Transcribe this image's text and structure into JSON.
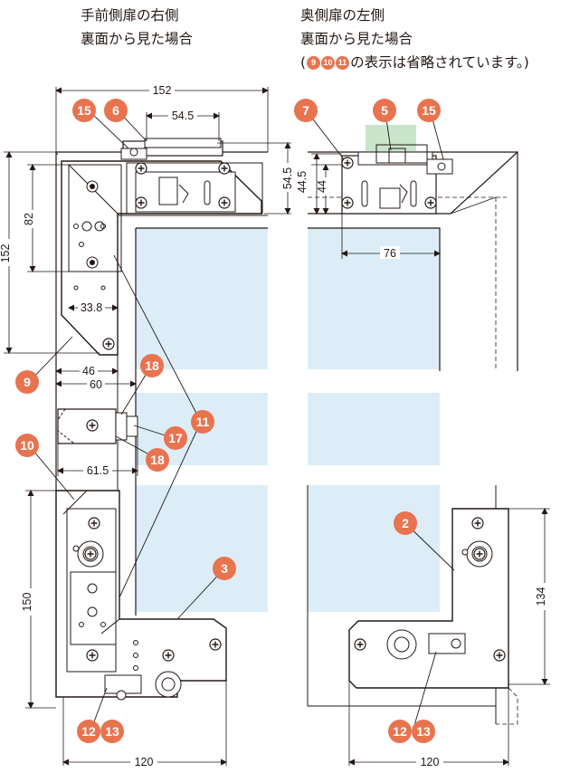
{
  "titles": {
    "left_line1": "手前側扉の右側",
    "left_line2": "裏面から見た場合",
    "right_line1": "奥側扉の左側",
    "right_line2": "裏面から見た場合",
    "right_note_open": "(",
    "right_note_n1": "9",
    "right_note_n2": "10",
    "right_note_n3": "11",
    "right_note_text": "の表示は省略されています。)"
  },
  "dimensions": {
    "top_width": "152",
    "rail_54_5": "54.5",
    "side_54_5": "54.5",
    "height_152": "152",
    "height_82": "82",
    "w_33_8": "33.8",
    "w_46": "46",
    "w_60": "60",
    "w_61_5": "61.5",
    "h_150": "150",
    "w_120_left": "120",
    "r_44_5": "44.5",
    "r_44": "44",
    "r_76": "76",
    "r_134": "134",
    "w_120_right": "120"
  },
  "callouts": {
    "c15a": "15",
    "c6": "6",
    "c7": "7",
    "c5": "5",
    "c15b": "15",
    "c9": "9",
    "c18a": "18",
    "c11": "11",
    "c17": "17",
    "c18b": "18",
    "c10": "10",
    "c3": "3",
    "c2": "2",
    "c12a": "12",
    "c13a": "13",
    "c12b": "12",
    "c13b": "13"
  },
  "colors": {
    "callout": "#e8734f",
    "glass": "#dcedf7",
    "line": "#231815",
    "highlight": "#bfe0c2"
  }
}
